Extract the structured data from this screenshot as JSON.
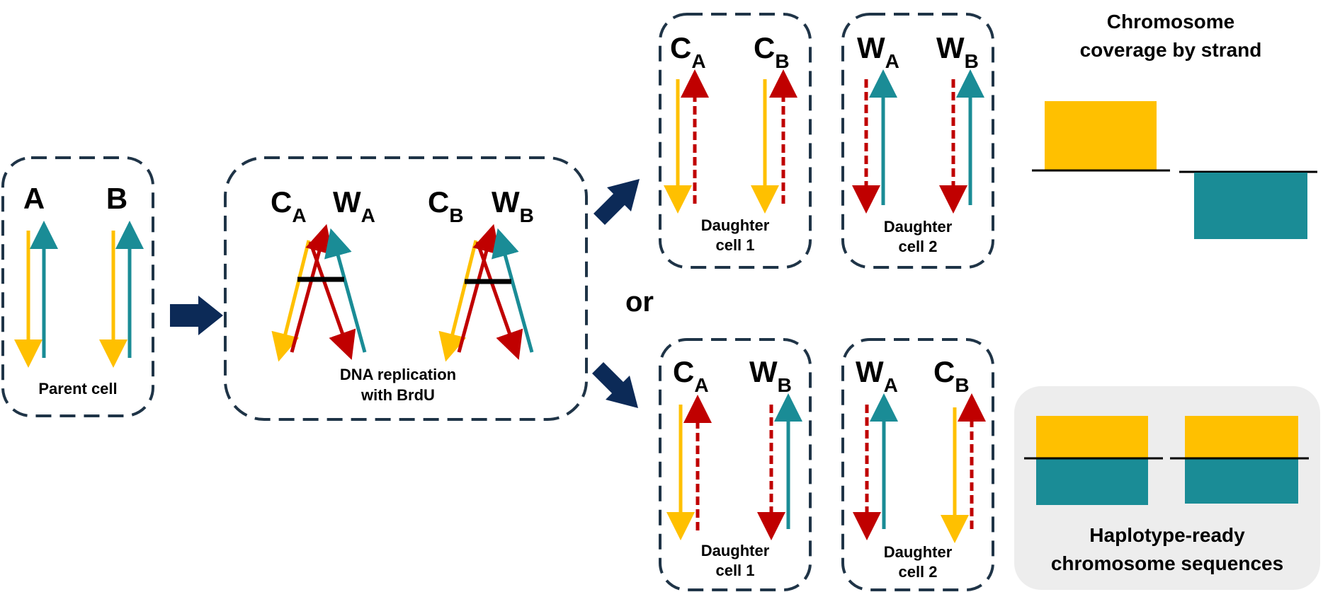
{
  "labels": {
    "A": "A",
    "B": "B",
    "C": "C",
    "W": "W",
    "sub_A": "A",
    "sub_B": "B",
    "parent": "Parent cell",
    "replication_1": "DNA replication",
    "replication_2": "with BrdU",
    "daughter": "Daughter",
    "cell_1": "cell 1",
    "cell_2": "cell 2",
    "or": "or",
    "coverage_1": "Chromosome",
    "coverage_2": "coverage by strand",
    "haplo_1": "Haplotype-ready",
    "haplo_2": "chromosome sequences"
  },
  "colors": {
    "yellow": "#FFC000",
    "teal": "#1A8C96",
    "red": "#C00000",
    "navy": "#0C2A57",
    "box": "#1F3447",
    "panel": "#EDEDED"
  }
}
